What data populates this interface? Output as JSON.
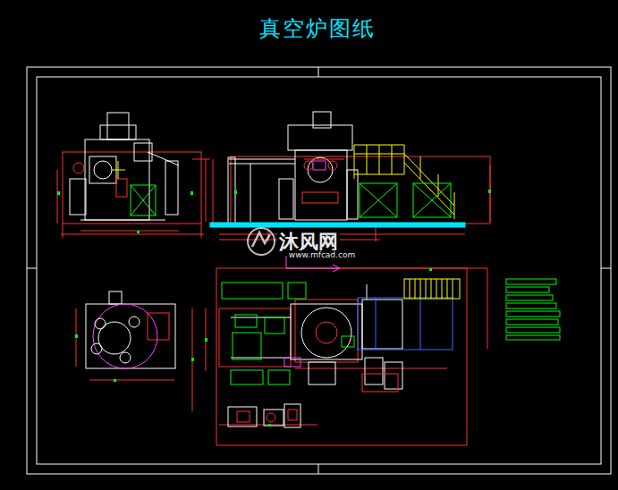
{
  "diagram": {
    "title": "真空炉图纸",
    "labels": [
      "沐风网",
      "www.mfcad.com"
    ]
  }
}
